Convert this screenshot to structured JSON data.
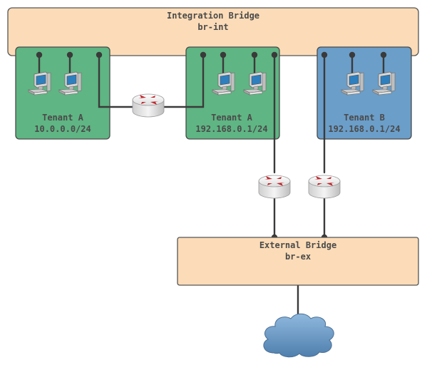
{
  "integration_bridge": {
    "title": "Integration Bridge",
    "subtitle": "br-int"
  },
  "external_bridge": {
    "title": "External Bridge",
    "subtitle": "br-ex"
  },
  "tenants": [
    {
      "name": "Tenant A",
      "subnet": "10.0.0.0/24",
      "color": "#5fb583"
    },
    {
      "name": "Tenant A",
      "subnet": "192.168.0.1/24",
      "color": "#5fb583"
    },
    {
      "name": "Tenant B",
      "subnet": "192.168.0.1/24",
      "color": "#6b9ec9"
    }
  ],
  "colors": {
    "bridge_fill": "#fcdcb8",
    "bridge_border": "#555555",
    "link": "#3a3a3a",
    "router_arrows": "#c0282d",
    "cloud": "#6b9bc6"
  },
  "icons": [
    "computer-icon",
    "router-icon",
    "cloud-icon"
  ]
}
